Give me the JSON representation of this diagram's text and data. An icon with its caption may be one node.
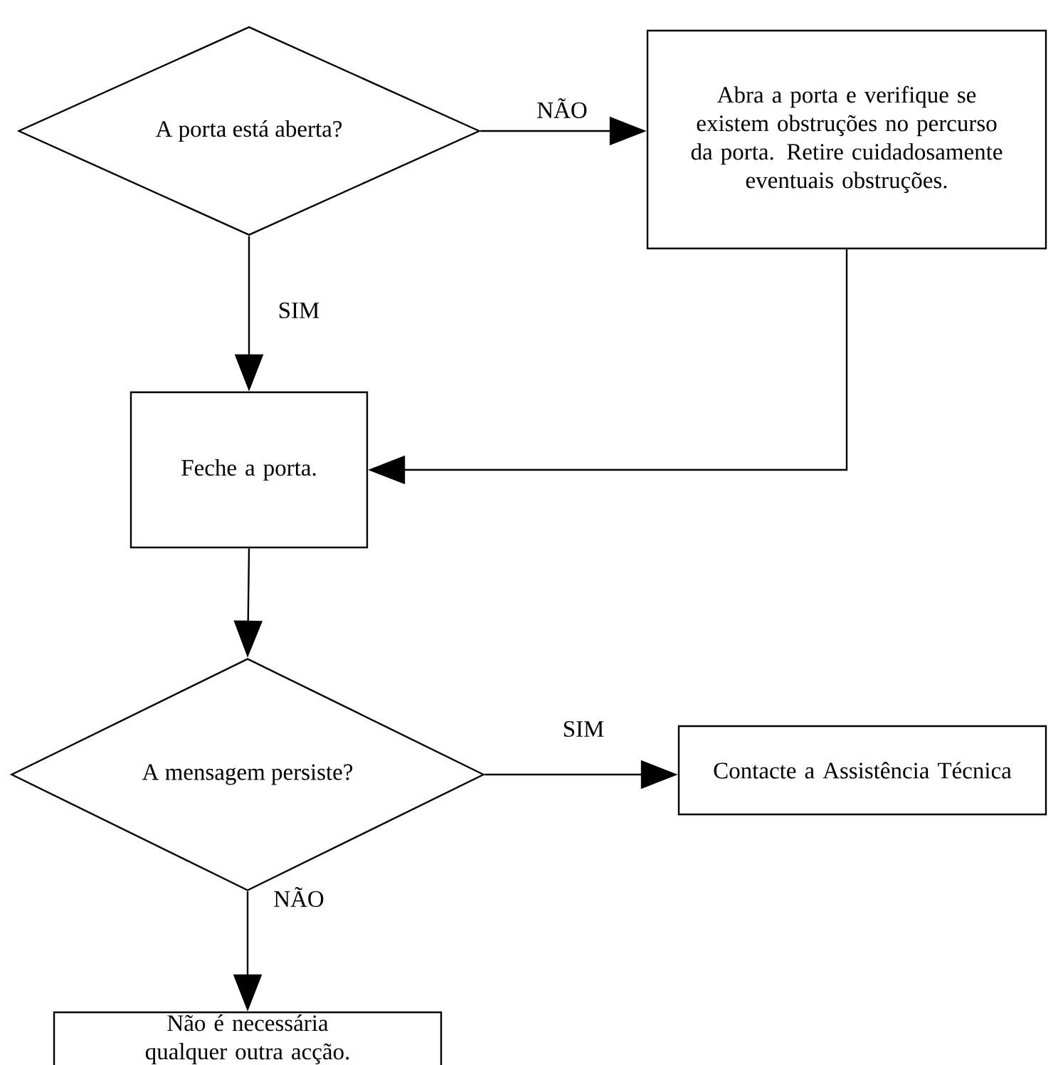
{
  "diagram": {
    "nodes": [
      {
        "text": [
          "A porta está aberta?"
        ]
      },
      {
        "text": [
          "Abra a porta e verifique se existem obstruções no percurso da porta. Retire cuidadosamente eventuais obstruções."
        ]
      },
      {
        "text": [
          "Feche a porta."
        ]
      },
      {
        "text": [
          "A mensagem persiste?"
        ]
      },
      {
        "text": [
          "Contacte a Assistência Técnica"
        ]
      },
      {
        "text": [
          "Não é necessária qualquer outra acção."
        ]
      }
    ],
    "edges": [
      {
        "from": 0,
        "to": 1,
        "arrow": "to",
        "label": "NÃO"
      },
      {
        "from": 0,
        "to": 2,
        "arrow": "to",
        "label": "SIM"
      },
      {
        "from": 1,
        "to": 2,
        "arrow": "to"
      },
      {
        "from": 2,
        "to": 3,
        "arrow": "to"
      },
      {
        "from": 3,
        "to": 4,
        "arrow": "to",
        "label": "SIM"
      },
      {
        "from": 3,
        "to": 5,
        "arrow": "to",
        "label": "NÃO"
      }
    ]
  }
}
